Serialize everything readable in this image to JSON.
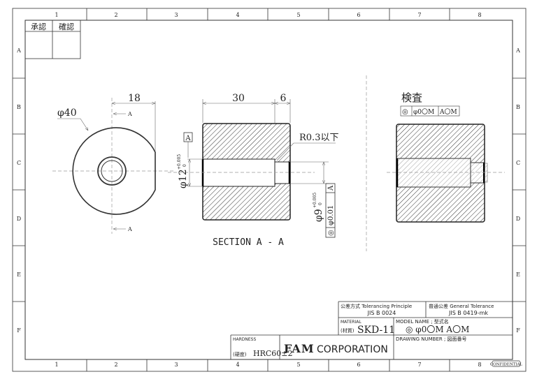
{
  "frame": {
    "columns": [
      "1",
      "2",
      "3",
      "4",
      "5",
      "6",
      "7",
      "8"
    ],
    "rows": [
      "A",
      "B",
      "C",
      "D",
      "E",
      "F"
    ]
  },
  "approval_box": {
    "approve": "承認",
    "confirm": "確認"
  },
  "front_view": {
    "diameter": "φ40",
    "width_dim": "18",
    "section_marker": "A"
  },
  "section_view": {
    "length_dim": "30",
    "step_dim": "6",
    "radius_note": "R0.3以下",
    "datum": "A",
    "bore_dia": "φ12",
    "bore_tol_upper": "+0.005",
    "bore_tol_lower": "0",
    "small_bore_dia": "φ9",
    "small_tol_upper": "+0.005",
    "small_tol_lower": "0",
    "fcf_symbol": "◎",
    "fcf_tolerance": "φ0.01",
    "fcf_datum": "A",
    "caption": "SECTION A - A"
  },
  "inspection_view": {
    "title": "検査",
    "fcf_symbol": "◎",
    "fcf_tolerance": "φ0〇M",
    "fcf_datum": "A〇M"
  },
  "title_block": {
    "tolerancing_label": "公差方式 Tolerancing Principle",
    "tolerancing_value": "JIS B 0024",
    "general_tol_label": "普通公差 General Tolerance",
    "general_tol_value": "JIS B 0419-mk",
    "material_label": "MATERIAL",
    "material_prefix": "(材質)",
    "material_value": "SKD-11",
    "model_label": "MODEL NAME ; 型式名",
    "model_value": "◎  φ0〇M A〇M",
    "drawing_number_label": "DRAWING NUMBER ; 図面番号",
    "hardness_label": "HARDNESS",
    "hardness_prefix": "(硬度)",
    "hardness_value": "HRC60±2",
    "company_bold": "FAM",
    "company_rest": "CORPORATION",
    "confidential": "CONFIDENTIAL"
  }
}
